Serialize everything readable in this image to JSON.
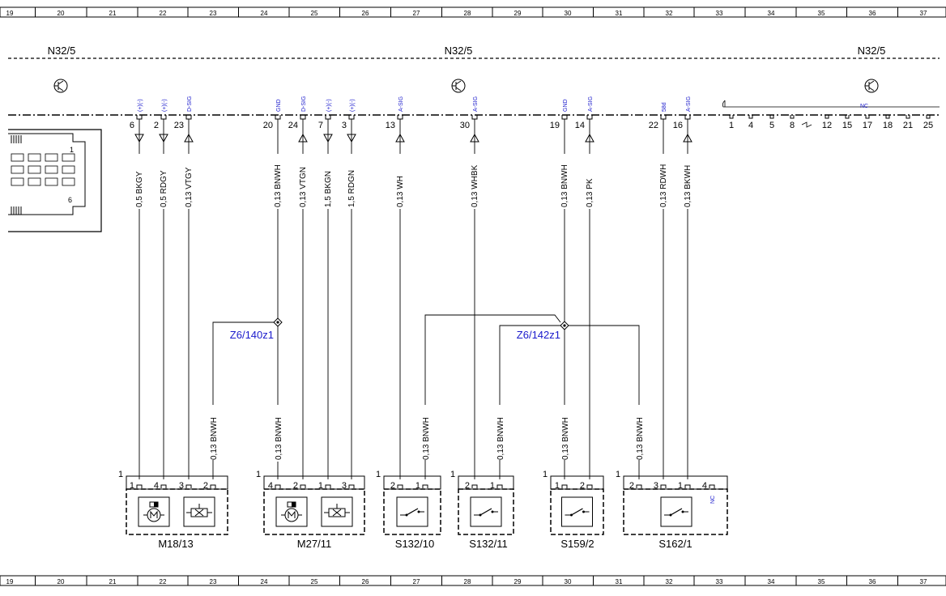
{
  "ruler": [
    "19",
    "20",
    "21",
    "22",
    "23",
    "24",
    "25",
    "26",
    "27",
    "28",
    "29",
    "30",
    "31",
    "32",
    "33",
    "34",
    "35",
    "36",
    "37"
  ],
  "module": {
    "labels": [
      "N32/5",
      "N32/5",
      "N32/5"
    ],
    "nc_label": "NC",
    "nc_pins": [
      "1",
      "4",
      "5",
      "8",
      "12",
      "15",
      "17",
      "18",
      "21",
      "25"
    ],
    "connector_pin_top": "1",
    "connector_pin_bottom": "6"
  },
  "pins": [
    {
      "pin": "6",
      "sig": "(+)(-)",
      "dir": "down",
      "wire": "0,5 BKGY"
    },
    {
      "pin": "2",
      "sig": "(+)(-)",
      "dir": "down",
      "wire": "0,5 RDGY"
    },
    {
      "pin": "23",
      "sig": "D-SIG",
      "dir": "up",
      "wire": "0,13 VTGY"
    },
    {
      "pin": "20",
      "sig": "GND",
      "dir": "none",
      "wire": "0,13 BNWH"
    },
    {
      "pin": "24",
      "sig": "D-SIG",
      "dir": "up",
      "wire": "0,13 VTGN"
    },
    {
      "pin": "7",
      "sig": "(+)(-)",
      "dir": "down",
      "wire": "1,5 BKGN"
    },
    {
      "pin": "3",
      "sig": "(+)(-)",
      "dir": "down",
      "wire": "1,5 RDGN"
    },
    {
      "pin": "13",
      "sig": "A-SIG",
      "dir": "up",
      "wire": "0,13 WH"
    },
    {
      "pin": "30",
      "sig": "A-SIG",
      "dir": "up",
      "wire": "0,13 WHBK"
    },
    {
      "pin": "19",
      "sig": "GND",
      "dir": "none",
      "wire": "0,13 BNWH"
    },
    {
      "pin": "14",
      "sig": "A-SIG",
      "dir": "up",
      "wire": "0,13 PK"
    },
    {
      "pin": "22",
      "sig": "58d",
      "dir": "none",
      "wire": "0,13 RDWH"
    },
    {
      "pin": "16",
      "sig": "A-SIG",
      "dir": "up",
      "wire": "0,13 BKWH"
    }
  ],
  "splices": [
    "Z6/140z1",
    "Z6/142z1"
  ],
  "splice_wire": "0,13 BNWH",
  "components": [
    {
      "name": "M18/13",
      "corner": "1",
      "pins": [
        "1",
        "4",
        "3",
        "2"
      ]
    },
    {
      "name": "M27/11",
      "corner": "1",
      "pins": [
        "4",
        "2",
        "1",
        "3"
      ]
    },
    {
      "name": "S132/10",
      "corner": "1",
      "pins": [
        "2",
        "1"
      ]
    },
    {
      "name": "S132/11",
      "corner": "1",
      "pins": [
        "2",
        "1"
      ]
    },
    {
      "name": "S159/2",
      "corner": "1",
      "pins": [
        "1",
        "2"
      ]
    },
    {
      "name": "S162/1",
      "corner": "1",
      "pins": [
        "2",
        "3",
        "1",
        "4"
      ],
      "nc": "NC"
    }
  ]
}
